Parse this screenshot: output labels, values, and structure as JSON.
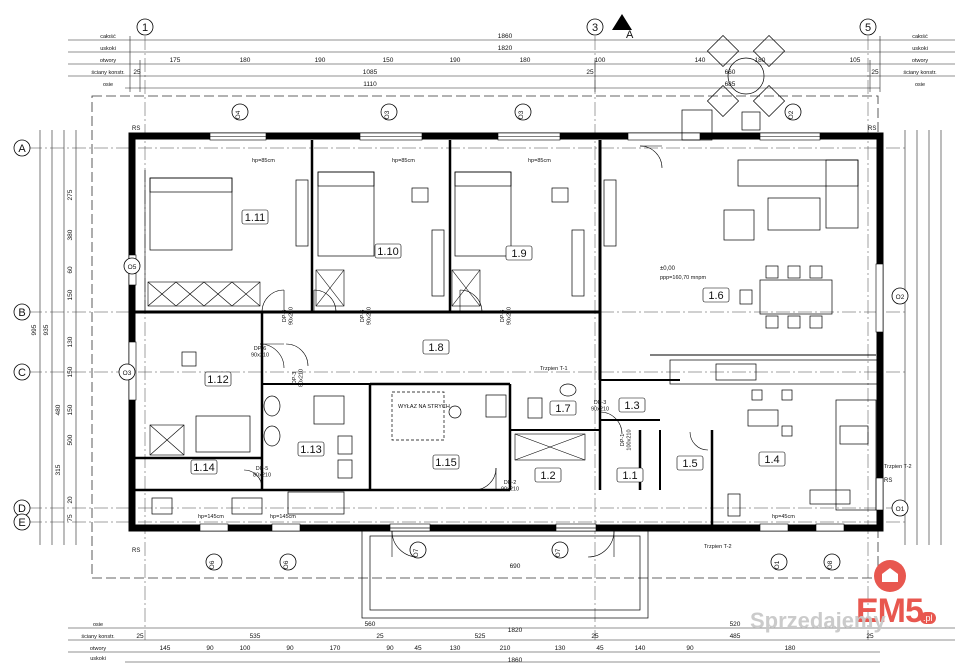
{
  "left_margin_labels": [
    "całość",
    "uskoki",
    "otwory",
    "ściany konstr.",
    "osie"
  ],
  "right_margin_labels": [
    "całość",
    "uskoki",
    "otwory",
    "ściany konstr.",
    "osie"
  ],
  "bottom_margin_labels": [
    "osie",
    "ściany konstr.",
    "otwory",
    "uskoki",
    "całość"
  ],
  "axis_letters": [
    "A",
    "B",
    "C",
    "D",
    "E"
  ],
  "axis_numbers": [
    "1",
    "3",
    "5"
  ],
  "section_mark": "A",
  "top_dimensions": {
    "overall": "1860",
    "second": "1820",
    "openings": [
      "175",
      "180",
      "190",
      "150",
      "190",
      "180",
      "100",
      "140",
      "180",
      "105"
    ],
    "walls": [
      "25",
      "1085",
      "25",
      "660",
      "25"
    ],
    "axes": "1110",
    "axes_right": "685"
  },
  "bottom_dimensions": {
    "axes": [
      "560",
      "520"
    ],
    "walls": [
      "25",
      "535",
      "25",
      "525",
      "25",
      "485",
      "25"
    ],
    "openings": [
      "145",
      "90",
      "100",
      "90",
      "170",
      "90",
      "45",
      "130",
      "210",
      "130",
      "45",
      "140",
      "90",
      "180"
    ],
    "totals": [
      "690",
      "1820",
      "1860"
    ]
  },
  "left_dimensions": [
    "275",
    "380",
    "60",
    "150",
    "130",
    "150",
    "150",
    "500",
    "480",
    "315",
    "995",
    "935",
    "20",
    "75"
  ],
  "rooms": [
    "1.1",
    "1.2",
    "1.3",
    "1.4",
    "1.5",
    "1.6",
    "1.7",
    "1.8",
    "1.9",
    "1.10",
    "1.11",
    "1.12",
    "1.13",
    "1.14",
    "1.15"
  ],
  "window_marks": [
    "O4",
    "O3",
    "O3",
    "O2",
    "O5",
    "O2",
    "O3",
    "O1",
    "O6",
    "O6",
    "O7",
    "O7",
    "O1",
    "O8"
  ],
  "door_marks": [
    "DP-6\n90x210",
    "DP-6\n90x210",
    "DP-6\n90x210",
    "DP-6\n90x210",
    "DP-3\n80x210",
    "DP-2\n90x210",
    "DP-1\n100x210",
    "DP-3\n90x210",
    "DP-5\n80x210"
  ],
  "annotations": {
    "level": "±0,00",
    "level_note": "ppp=160,70 mnpm",
    "hp85": "hp=85cm",
    "hp145": "hp=145cm",
    "hp45": "hp=45cm",
    "stairs1": "Trzpien T-1",
    "stairs2": "Trzpien T-2",
    "roof_exit": "WYŁAZ NA STRYCH",
    "rs": "RS"
  },
  "watermark": {
    "logo": "EM5",
    "logo_suffix": ".pl",
    "site": "Sprzedajemy"
  }
}
